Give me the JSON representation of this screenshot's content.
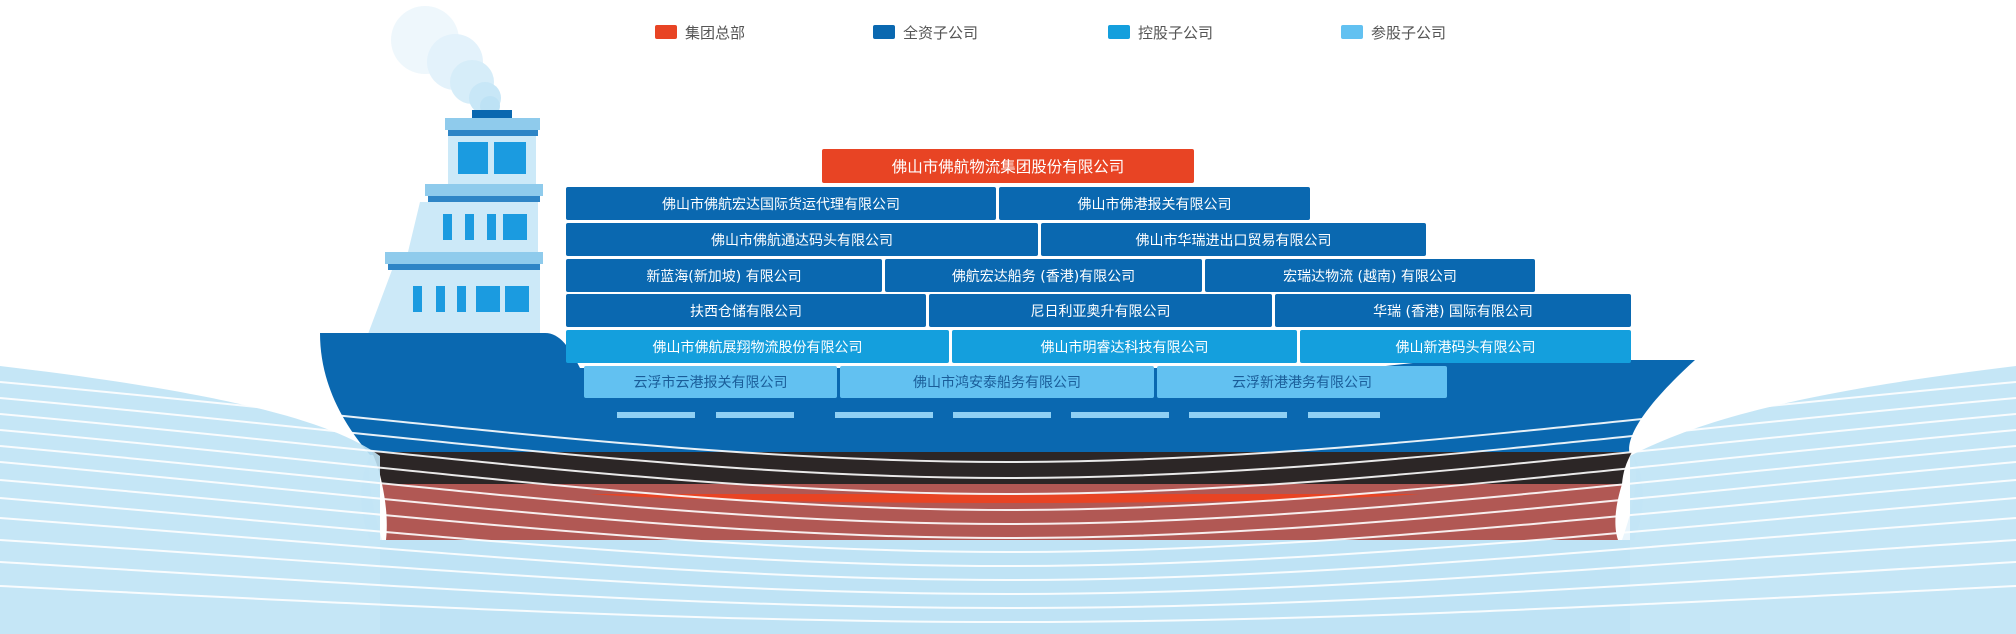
{
  "legend": [
    {
      "label": "集团总部",
      "color": "#e84424"
    },
    {
      "label": "全资子公司",
      "color": "#0a68b0"
    },
    {
      "label": "控股子公司",
      "color": "#149fdd"
    },
    {
      "label": "参股子公司",
      "color": "#62c1f1"
    }
  ],
  "colors": {
    "hq": "#e84424",
    "wholly_owned": "#0a68b0",
    "holding": "#149fdd",
    "associate": "#62c1f1",
    "hull": "#0a68b0",
    "water": "#bfe3f5"
  },
  "org": {
    "headquarters": "佛山市佛航物流集团股份有限公司",
    "wholly_owned": [
      [
        "佛山市佛航宏达国际货运代理有限公司",
        "佛山市佛港报关有限公司"
      ],
      [
        "佛山市佛航通达码头有限公司",
        "佛山市华瑞进出口贸易有限公司"
      ],
      [
        "新蓝海(新加坡) 有限公司",
        "佛航宏达船务 (香港)有限公司",
        "宏瑞达物流 (越南) 有限公司"
      ],
      [
        "扶西仓储有限公司",
        "尼日利亚奥升有限公司",
        "华瑞 (香港) 国际有限公司"
      ]
    ],
    "holding": [
      "佛山市佛航展翔物流股份有限公司",
      "佛山市明睿达科技有限公司",
      "佛山新港码头有限公司"
    ],
    "associate": [
      "云浮市云港报关有限公司",
      "佛山市鸿安泰船务有限公司",
      "云浮新港港务有限公司"
    ]
  }
}
